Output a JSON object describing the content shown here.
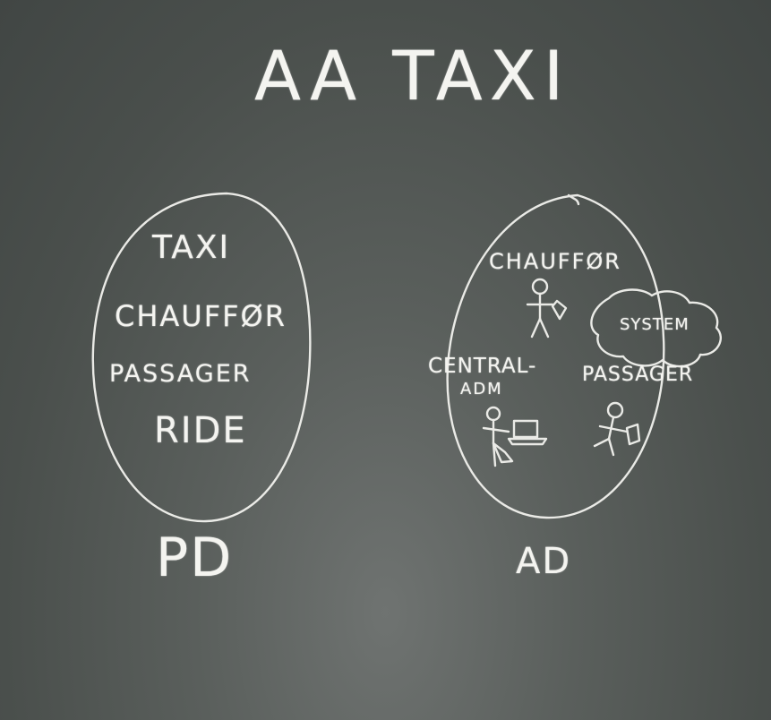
{
  "title": "AA TAXI",
  "pd": {
    "label": "PD",
    "items": [
      "TAXI",
      "CHAUFFØR",
      "PASSAGER",
      "RIDE"
    ]
  },
  "ad": {
    "label": "AD",
    "chauffor": "CHAUFFØR",
    "system": "SYSTEM",
    "central_line1": "CENTRAL-",
    "central_line2": "ADM",
    "passager": "PASSAGER"
  },
  "colors": {
    "chalk": "#f4f4f0",
    "board": "#5a5f5c"
  }
}
